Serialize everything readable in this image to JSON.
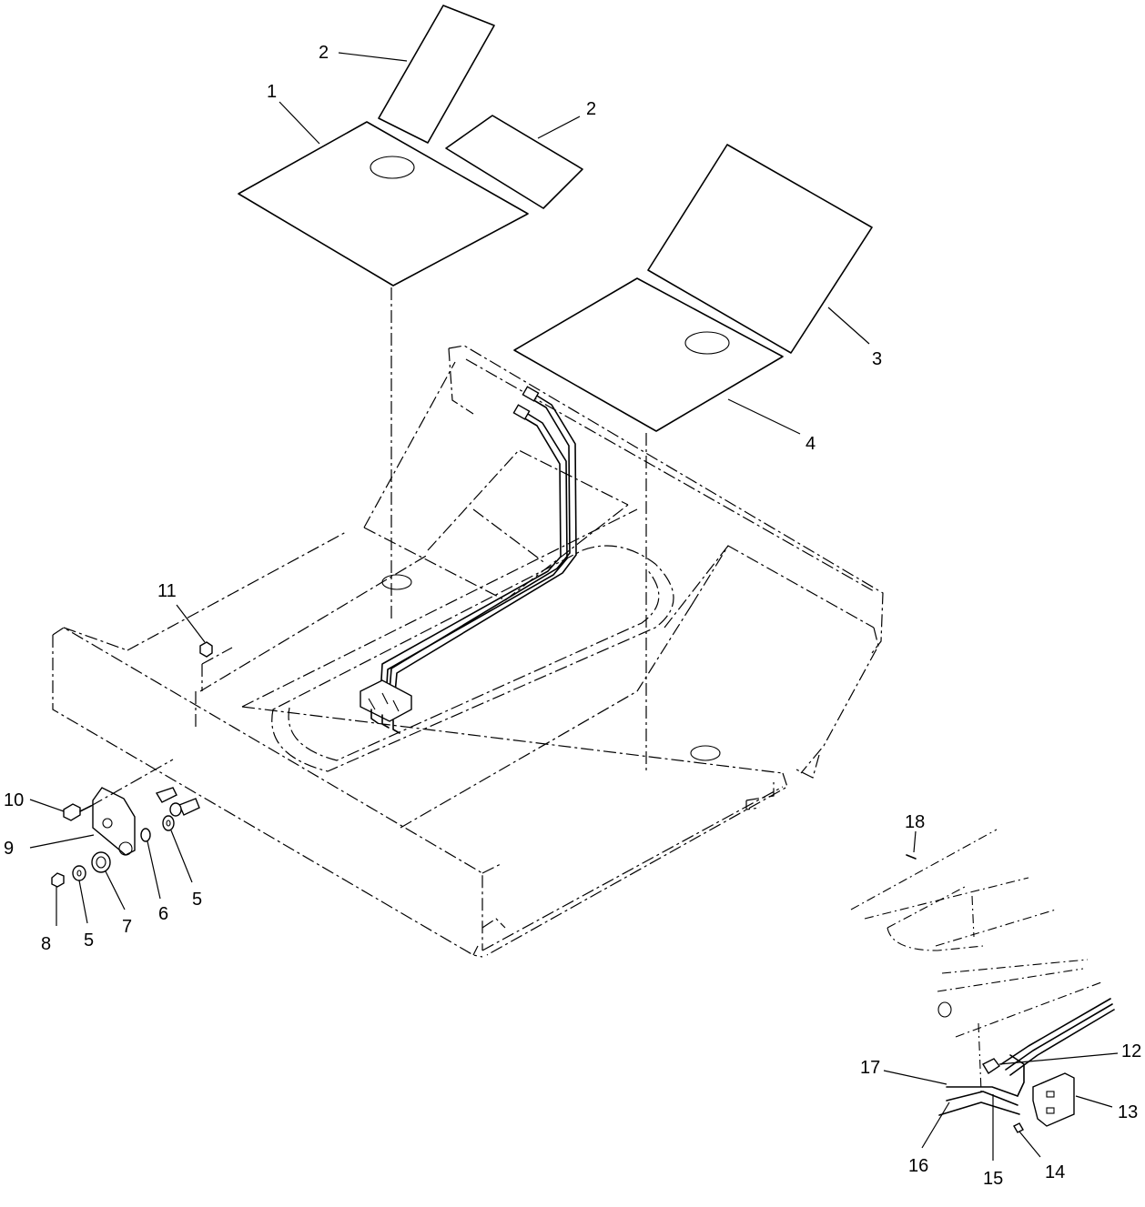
{
  "callouts": {
    "c1": "1",
    "c2a": "2",
    "c2b": "2",
    "c3": "3",
    "c4": "4",
    "c5a": "5",
    "c5b": "5",
    "c6": "6",
    "c7": "7",
    "c8": "8",
    "c9": "9",
    "c10": "10",
    "c11": "11",
    "c12": "12",
    "c13": "13",
    "c14": "14",
    "c15": "15",
    "c16": "16",
    "c17": "17",
    "c18": "18"
  }
}
